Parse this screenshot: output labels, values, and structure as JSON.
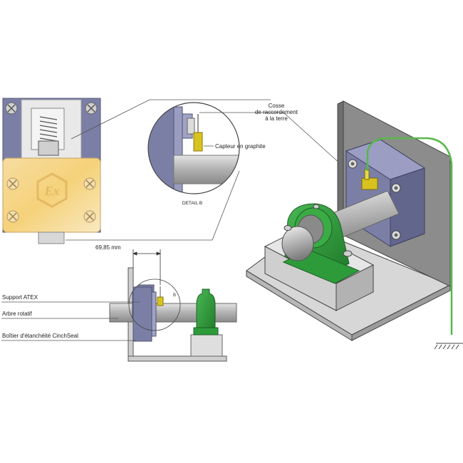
{
  "callouts": {
    "cosse_line1": "Cosse",
    "cosse_line2": "de raccordement",
    "cosse_line3": "à la terre",
    "capteur": "Capteur en graphite",
    "detail": "DETAIL B"
  },
  "dimension": {
    "value": "69,85 mm"
  },
  "side_labels": {
    "support": "Support ATEX",
    "arbre": "Arbre rotatif",
    "boitier": "Boîtier d'étanchéité CinchSeal"
  },
  "colors": {
    "atex_blue": "#7b7fa6",
    "gold": "#f0c878",
    "bearing_green": "#2e9b3a",
    "wire_green": "#57b84a",
    "sensor_yellow": "#d8c21e",
    "plate_gray": "#8c8c8c"
  },
  "icons": {
    "ex_mark": "ex-atex-hexagon-icon",
    "screws": "phillips-screw-icon",
    "ground": "ground-symbol-icon"
  }
}
